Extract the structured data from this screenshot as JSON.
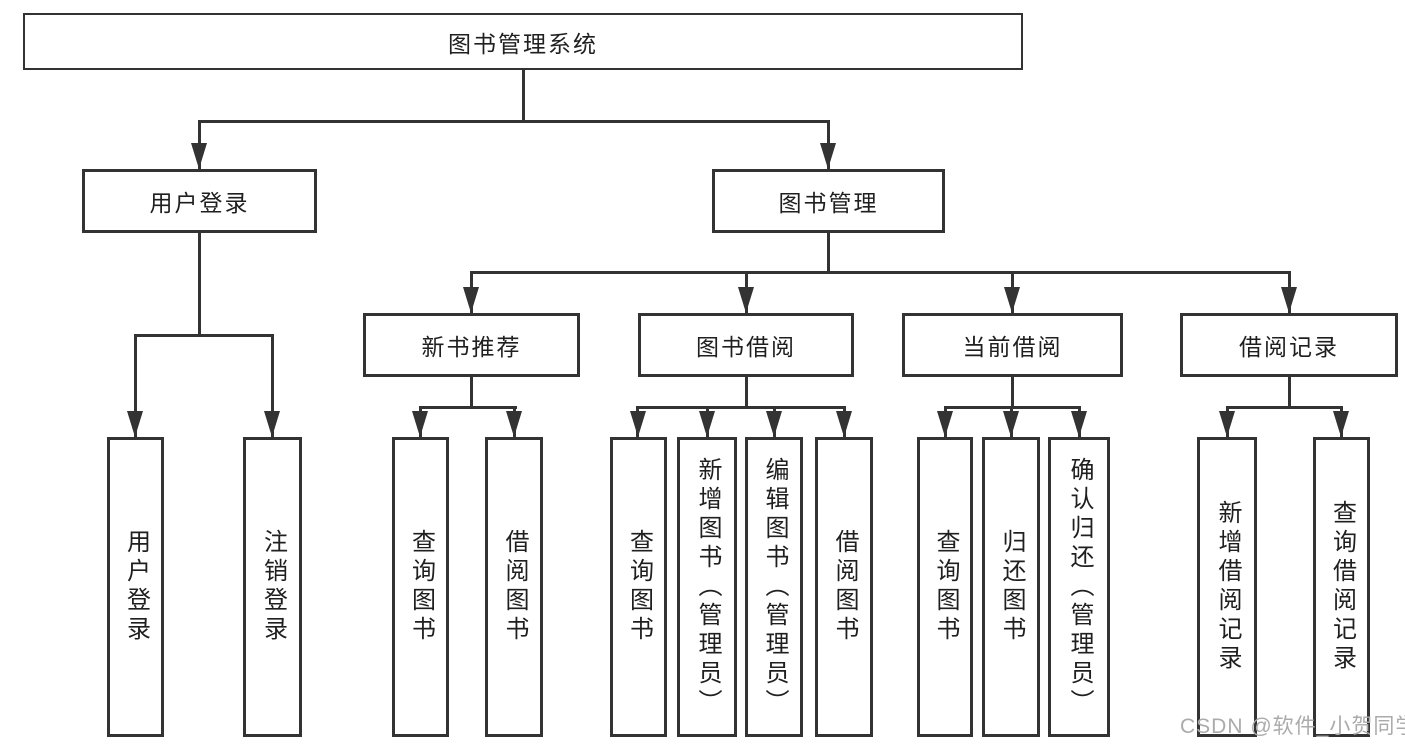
{
  "colors": {
    "line": "#333333",
    "box_fill": "#ffffff",
    "text": "#1f1f1f",
    "watermark": "#ababab"
  },
  "watermark": {
    "text": "CSDN @软件_小贺同学"
  },
  "tree": {
    "label": "图书管理系统",
    "children": [
      {
        "label": "用户登录",
        "children": [
          {
            "label": "用户登录"
          },
          {
            "label": "注销登录"
          }
        ]
      },
      {
        "label": "图书管理",
        "children": [
          {
            "label": "新书推荐",
            "children": [
              {
                "label": "查询图书"
              },
              {
                "label": "借阅图书"
              }
            ]
          },
          {
            "label": "图书借阅",
            "children": [
              {
                "label": "查询图书"
              },
              {
                "label": "新增图书（管理员）"
              },
              {
                "label": "编辑图书（管理员）"
              },
              {
                "label": "借阅图书"
              }
            ]
          },
          {
            "label": "当前借阅",
            "children": [
              {
                "label": "查询图书"
              },
              {
                "label": "归还图书"
              },
              {
                "label": "确认归还（管理员）"
              }
            ]
          },
          {
            "label": "借阅记录",
            "children": [
              {
                "label": "新增借阅记录"
              },
              {
                "label": "查询借阅记录"
              }
            ]
          }
        ]
      }
    ]
  }
}
